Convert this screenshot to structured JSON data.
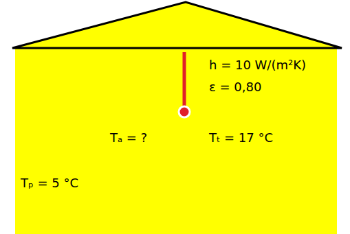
{
  "diagram": {
    "nodes": [
      {
        "text": [
          "h = 10 W/(m²K)",
          "ε = 0,80",
          "Tₐ = ?",
          "Tₜ = 17 °C",
          "Tₚ = 5 °C"
        ]
      }
    ]
  }
}
